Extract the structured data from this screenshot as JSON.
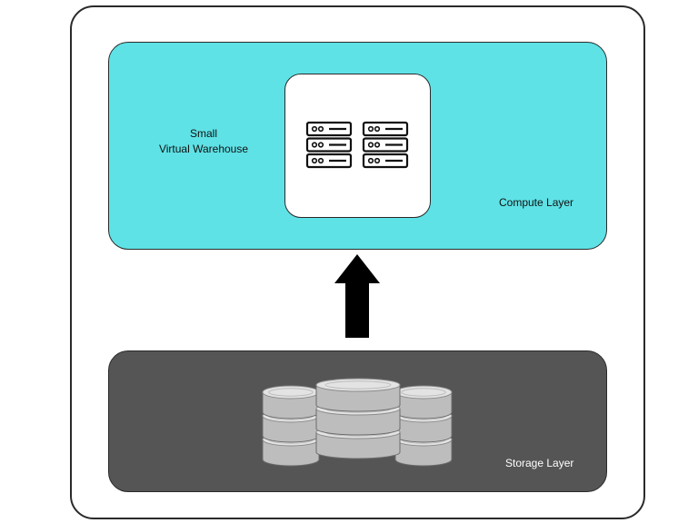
{
  "colors": {
    "compute_layer": "#5ee2e6",
    "storage_layer": "#555555",
    "outline": "#2a2a2a",
    "disk_light": "#e3e3e3",
    "disk_mid": "#bdbdbd"
  },
  "compute": {
    "warehouse_size": "Small",
    "warehouse_name": "Virtual Warehouse",
    "layer_label": "Compute Layer",
    "icon": "server-rack-icon"
  },
  "arrow": {
    "icon": "arrow-up-icon"
  },
  "storage": {
    "layer_label": "Storage Layer",
    "icon": "database-stack-icon"
  }
}
